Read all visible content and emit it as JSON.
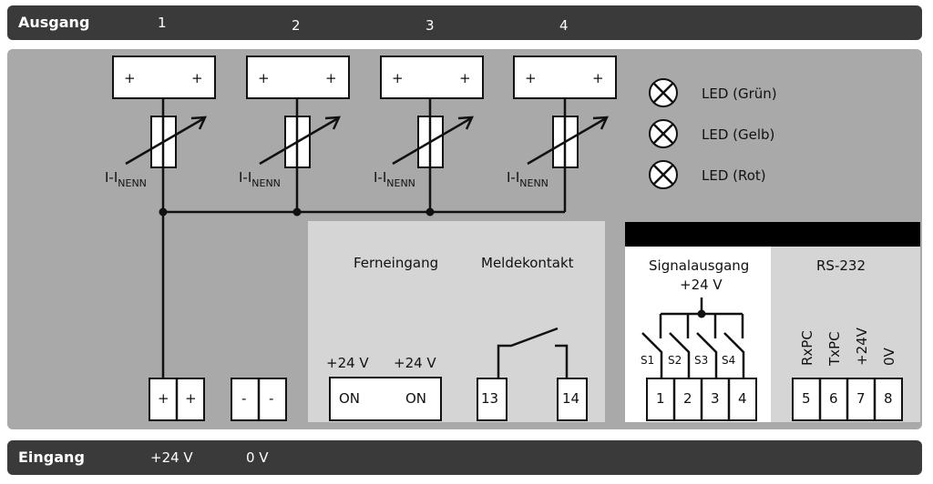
{
  "header": {
    "title": "Ausgang",
    "channels": [
      "1",
      "2",
      "3",
      "4"
    ]
  },
  "footer": {
    "title": "Eingang",
    "plus24": "+24 V",
    "zero": "0 V"
  },
  "outputs": {
    "plus": "+",
    "current_label": "I-I",
    "current_sub": "NENN"
  },
  "leds": [
    "LED (Grün)",
    "LED (Gelb)",
    "LED (Rot)"
  ],
  "input_terminals": {
    "plus": "+",
    "minus": "-"
  },
  "remote": {
    "title": "Ferneingang",
    "v1": "+24 V",
    "v2": "+24 V",
    "on1": "ON",
    "on2": "ON"
  },
  "relay": {
    "title": "Meldekontakt",
    "t13": "13",
    "t14": "14"
  },
  "signal": {
    "title": "Signalausgang",
    "voltage": "+24 V",
    "switches": [
      "S1",
      "S2",
      "S3",
      "S4"
    ],
    "terminals": [
      "1",
      "2",
      "3",
      "4"
    ]
  },
  "rs232": {
    "title": "RS-232",
    "pins": [
      "RxPC",
      "TxPC",
      "+24V",
      "0V"
    ],
    "terminals": [
      "5",
      "6",
      "7",
      "8"
    ]
  }
}
